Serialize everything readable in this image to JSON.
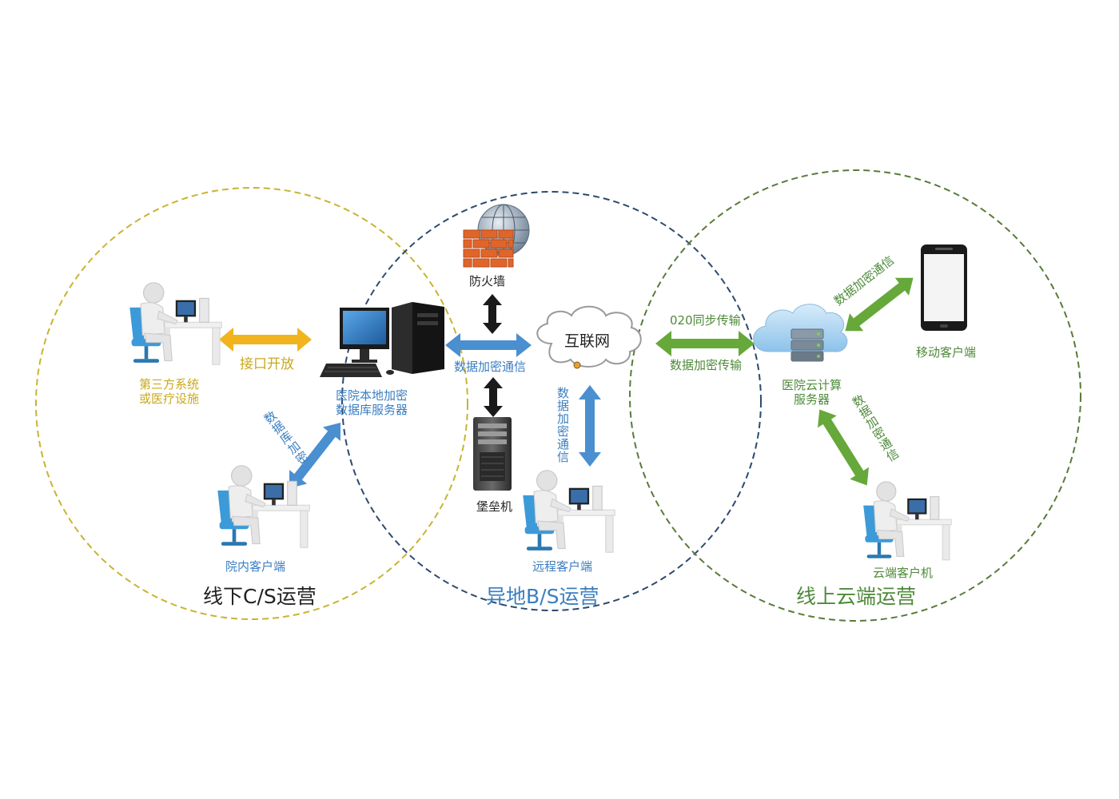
{
  "zones": {
    "offline": "线下C/S运营",
    "remote": "异地B/S运营",
    "cloud": "线上云端运营"
  },
  "nodes": {
    "third_party": [
      "第三方系统",
      "或医疗设施"
    ],
    "local_server": [
      "医院本地加密",
      "数据库服务器"
    ],
    "intranet_client": "院内客户端",
    "firewall": "防火墙",
    "internet": "互联网",
    "bastion": "堡垒机",
    "remote_client": "远程客户端",
    "cloud_server": [
      "医院云计算",
      "服务器"
    ],
    "mobile_client": "移动客户端",
    "cloud_client": "云端客户机"
  },
  "links": {
    "interface_open": "接口开放",
    "db_encrypt": "数据库加密",
    "encrypt_comm_h": "数据加密通信",
    "encrypt_comm_v": "数据加密通信",
    "o2o_sync": "020同步传输",
    "encrypt_transfer": "数据加密传输",
    "encrypt_comm_mobile": "数据加密通信",
    "encrypt_comm_cloud": "数据加密通信"
  },
  "colors": {
    "offline_circle": "#c8b432",
    "remote_circle": "#2c4a6e",
    "cloud_circle": "#5a7a3a",
    "yellow_arrow": "#f2b41e",
    "blue_arrow": "#4a8fd0",
    "green_arrow": "#66a83a",
    "black_arrow": "#1a1a1a"
  }
}
